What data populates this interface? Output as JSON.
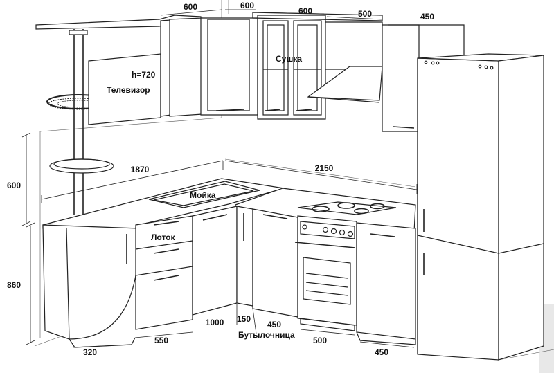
{
  "dimensions": {
    "top_1": "600",
    "top_2": "600",
    "top_3": "600",
    "top_4": "500",
    "top_5": "450",
    "wall_height": "600",
    "base_height": "860",
    "left_run": "1870",
    "right_run": "2150",
    "base_320": "320",
    "base_550": "550",
    "base_1000": "1000",
    "base_150": "150",
    "base_450a": "450",
    "base_500": "500",
    "base_450b": "450"
  },
  "labels": {
    "tv_height": "h=720",
    "tv": "Телевизор",
    "dryer": "Сушка",
    "sink": "Мойка",
    "tray": "Лоток",
    "bottle_holder": "Бутылочница"
  },
  "colors": {
    "line": "#222222",
    "background": "#ffffff",
    "wall_grey": "#e6e6e6"
  }
}
